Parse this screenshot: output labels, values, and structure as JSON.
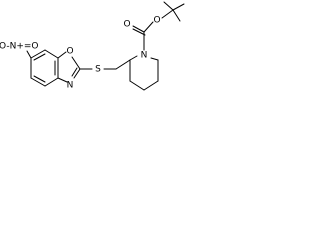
{
  "atoms": {
    "carbonyl_o": "O",
    "ester_o": "O",
    "piperidine_n": "N",
    "thioether_s": "S",
    "benzoxazole_o": "O",
    "benzoxazole_n": "N",
    "nitro_group": "-O-N+=O"
  },
  "colors": {
    "bond": "#000000",
    "background": "#ffffff"
  }
}
